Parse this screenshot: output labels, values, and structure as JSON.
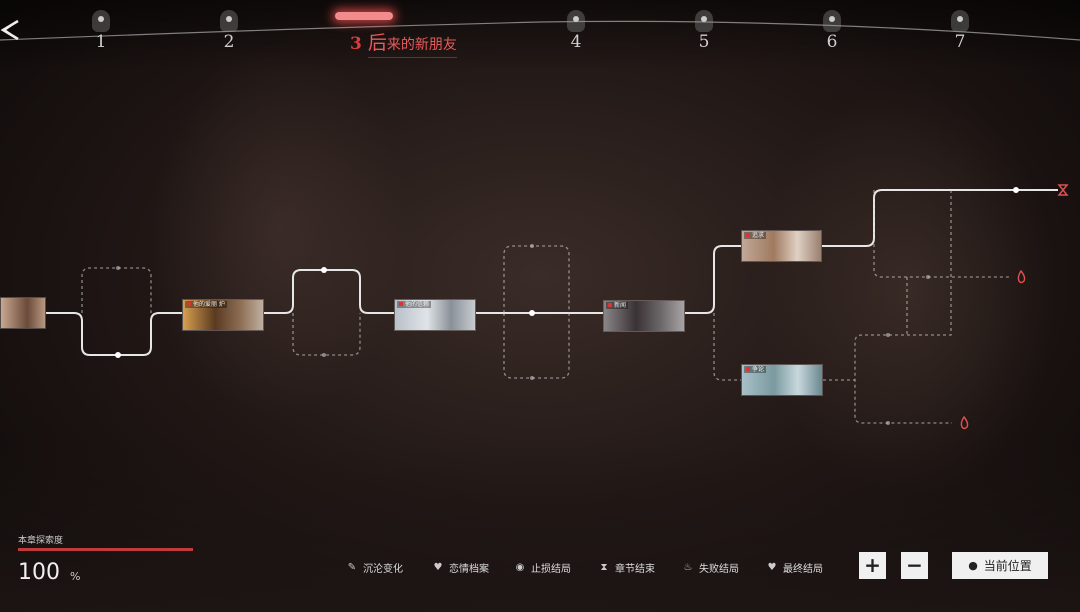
{
  "chapters": [
    {
      "num": "1",
      "active": false
    },
    {
      "num": "2",
      "active": false
    },
    {
      "num": "3",
      "active": true,
      "title_first": "后",
      "title_rest": "来的新朋友"
    },
    {
      "num": "4",
      "active": false
    },
    {
      "num": "5",
      "active": false
    },
    {
      "num": "6",
      "active": false
    },
    {
      "num": "7",
      "active": false
    }
  ],
  "nodes": [
    {
      "label": "",
      "tint": "#7a5a48"
    },
    {
      "label": "他的爱丽 炉",
      "tint": "#8a6a40"
    },
    {
      "label": "他的信赖",
      "tint": "#9aa0a8"
    },
    {
      "label": "新闻",
      "tint": "#6a6668"
    },
    {
      "label": "追求",
      "tint": "#a08678"
    },
    {
      "label": "争论",
      "tint": "#8aa0a6"
    }
  ],
  "progress": {
    "label": "本章探索度",
    "value": "100",
    "unit": "%",
    "fraction": 1.0
  },
  "legend": [
    {
      "icon": "pen-icon",
      "glyph": "✎",
      "label": "沉沦变化"
    },
    {
      "icon": "heart-file-icon",
      "glyph": "♥",
      "label": "恋情档案"
    },
    {
      "icon": "eye-icon",
      "glyph": "◉",
      "label": "止损结局"
    },
    {
      "icon": "hourglass-icon",
      "glyph": "⧗",
      "label": "章节结束"
    },
    {
      "icon": "flame-icon",
      "glyph": "♨",
      "label": "失败结局"
    },
    {
      "icon": "heart-icon",
      "glyph": "♥",
      "label": "最终结局"
    }
  ],
  "controls": {
    "zoom_in": "+",
    "zoom_out": "−",
    "current_position": "当前位置"
  },
  "colors": {
    "accent": "#e03b3b",
    "path": "#e6e6e6"
  }
}
